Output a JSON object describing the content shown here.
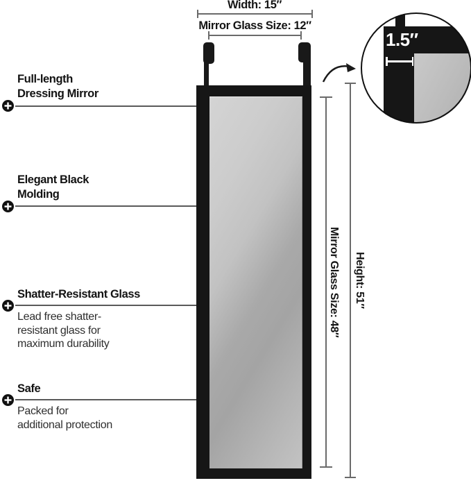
{
  "figure": {
    "type": "product-dimension-diagram",
    "product": "Full-length Dressing Mirror"
  },
  "colors": {
    "frame_black": "#161616",
    "glass_gray": "#b7b7b7",
    "dimension_line_gray": "#6a6a6a",
    "leader_line_gray": "#595959",
    "text_black": "#141414",
    "callout_text_white": "#ffffff"
  },
  "top_dimensions": {
    "width": "Width: 15″",
    "glass_width": "Mirror Glass Size: 12″"
  },
  "right_dimensions": {
    "glass_height": "Mirror Glass Size: 48″",
    "height": "Height: 51″"
  },
  "callout": {
    "thickness": "1.5″"
  },
  "annotations": [
    {
      "heading": "Full-length\nDressing Mirror",
      "subtext": ""
    },
    {
      "heading": "Elegant Black\nMolding",
      "subtext": ""
    },
    {
      "heading": "Shatter-Resistant Glass",
      "subtext": "Lead free shatter-\nresistant glass for\nmaximum durability"
    },
    {
      "heading": "Safe",
      "subtext": "Packed for\nadditional protection"
    }
  ]
}
